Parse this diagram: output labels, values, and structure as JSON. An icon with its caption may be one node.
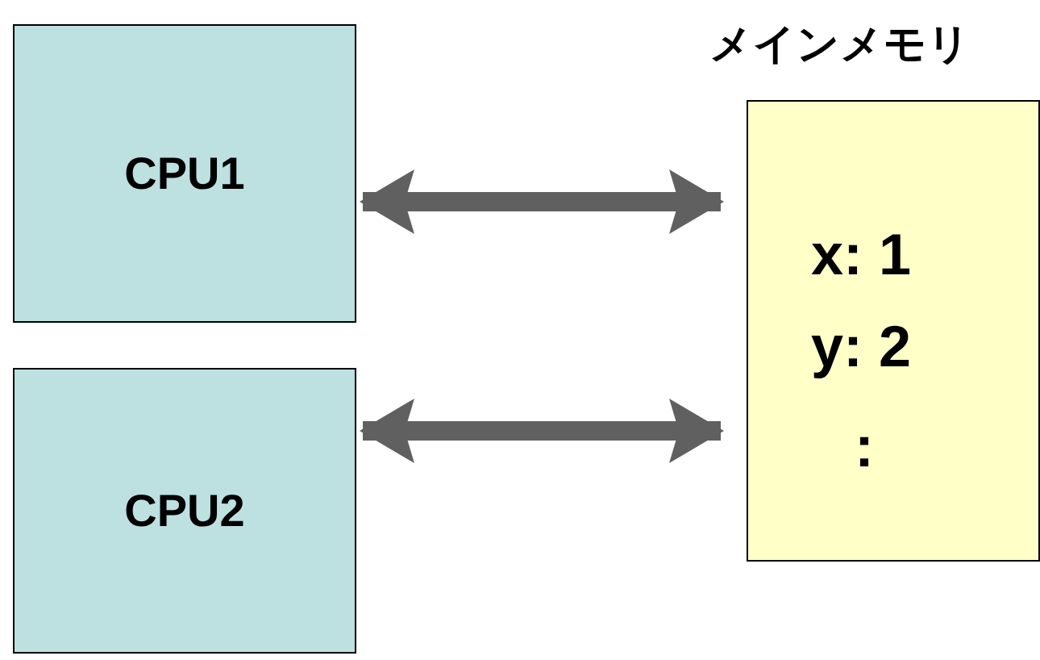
{
  "diagram": {
    "nodes": [
      {
        "text": [
          "CPU1"
        ]
      },
      {
        "text": [
          "CPU2"
        ]
      },
      {
        "text": [
          "メインメモリ",
          "x: 1",
          "y: 2",
          ":"
        ]
      }
    ],
    "edges": [
      {
        "from": 0,
        "to": 2,
        "arrow": "both"
      },
      {
        "from": 1,
        "to": 2,
        "arrow": "both"
      }
    ]
  }
}
